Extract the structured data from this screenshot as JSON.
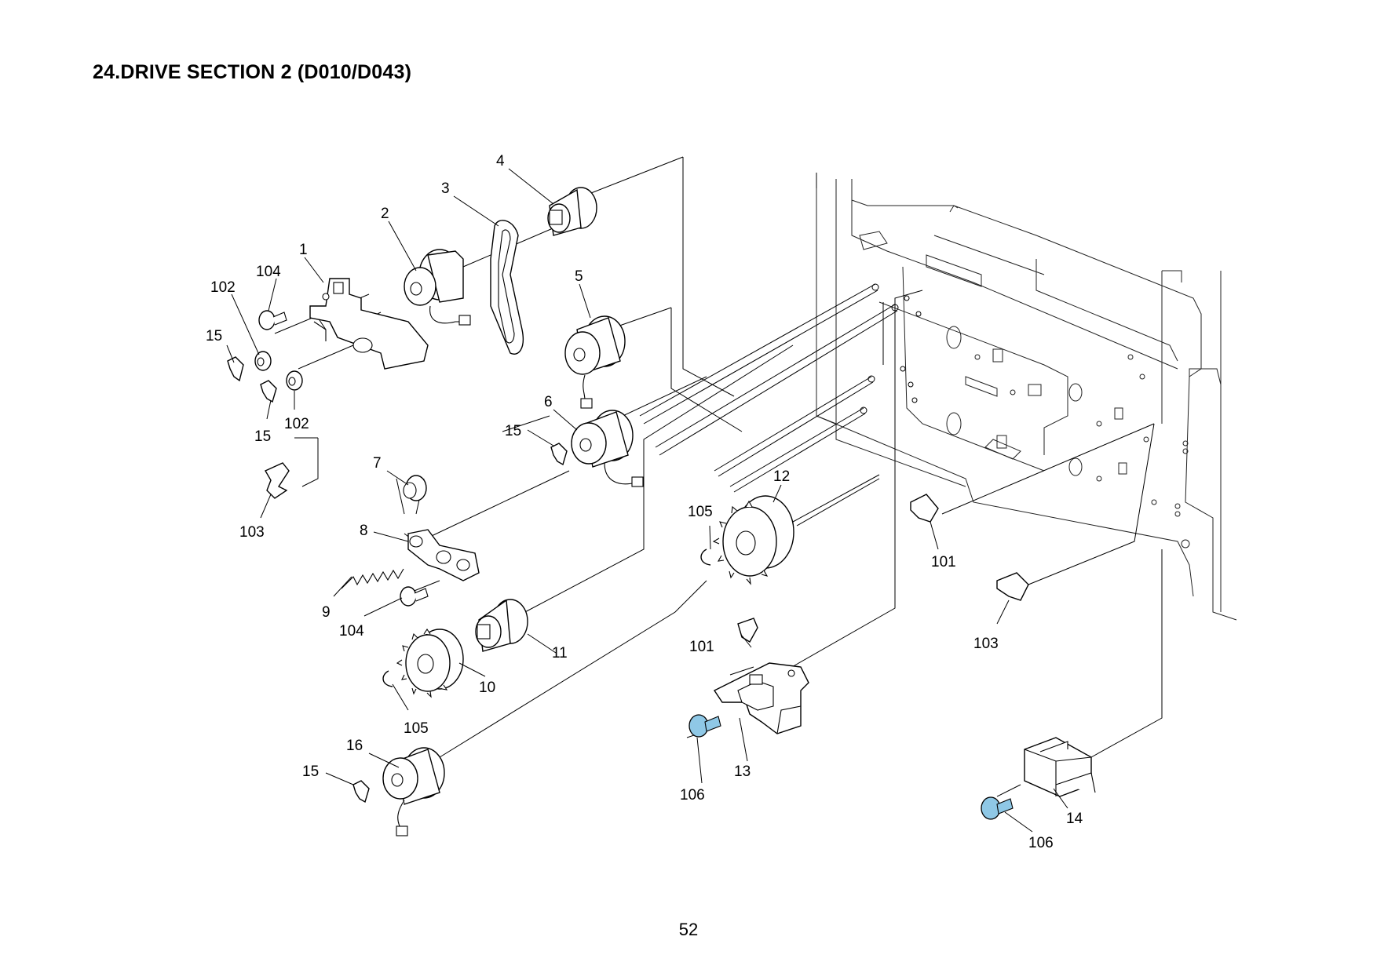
{
  "title": "24.DRIVE SECTION 2 (D010/D043)",
  "page_number": "52",
  "colors": {
    "screw_highlight": "#8fc8e6",
    "line": "#000000",
    "background": "#ffffff"
  },
  "callouts": {
    "c1": "1",
    "c2": "2",
    "c3": "3",
    "c4": "4",
    "c5": "5",
    "c6": "6",
    "c7": "7",
    "c8": "8",
    "c9": "9",
    "c10": "10",
    "c11": "11",
    "c12": "12",
    "c13": "13",
    "c14": "14",
    "c15a": "15",
    "c15b": "15",
    "c15c": "15",
    "c15d": "15",
    "c16": "16",
    "c101a": "101",
    "c101b": "101",
    "c102a": "102",
    "c102b": "102",
    "c103a": "103",
    "c103b": "103",
    "c104a": "104",
    "c104b": "104",
    "c105a": "105",
    "c105b": "105",
    "c106a": "106",
    "c106b": "106"
  }
}
